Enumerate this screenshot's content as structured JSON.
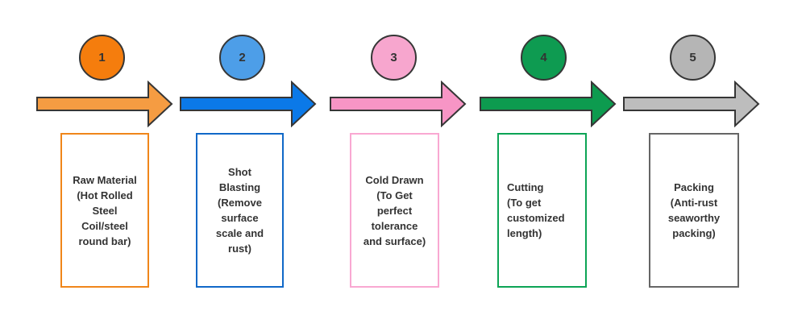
{
  "diagram": {
    "name": "manufacturing-process-flow",
    "outline_color": "#363636",
    "text_color": "#333333",
    "background_color": "#ffffff"
  },
  "steps": [
    {
      "number": "1",
      "description": "Raw Material\n(Hot Rolled\nSteel\nCoil/steel\nround bar)",
      "circle_color": "#f57d0d",
      "arrow_color": "#f59c42",
      "box_border_color": "#f0861a"
    },
    {
      "number": "2",
      "description": "Shot\nBlasting\n(Remove\nsurface\nscale and\nrust)",
      "circle_color": "#4d9ee8",
      "arrow_color": "#0b79e8",
      "box_border_color": "#1068c8"
    },
    {
      "number": "3",
      "description": "Cold Drawn\n(To Get\nperfect\ntolerance\nand surface)",
      "circle_color": "#f7a6ce",
      "arrow_color": "#f795c5",
      "box_border_color": "#f9a8d2"
    },
    {
      "number": "4",
      "description": "Cutting\n(To get\ncustomized\nlength)",
      "circle_color": "#0e9b51",
      "arrow_color": "#0d9b4f",
      "box_border_color": "#0ca455"
    },
    {
      "number": "5",
      "description": "Packing\n(Anti-rust\nseaworthy\npacking)",
      "circle_color": "#b5b5b5",
      "arrow_color": "#bdbdbd",
      "box_border_color": "#666666"
    }
  ]
}
